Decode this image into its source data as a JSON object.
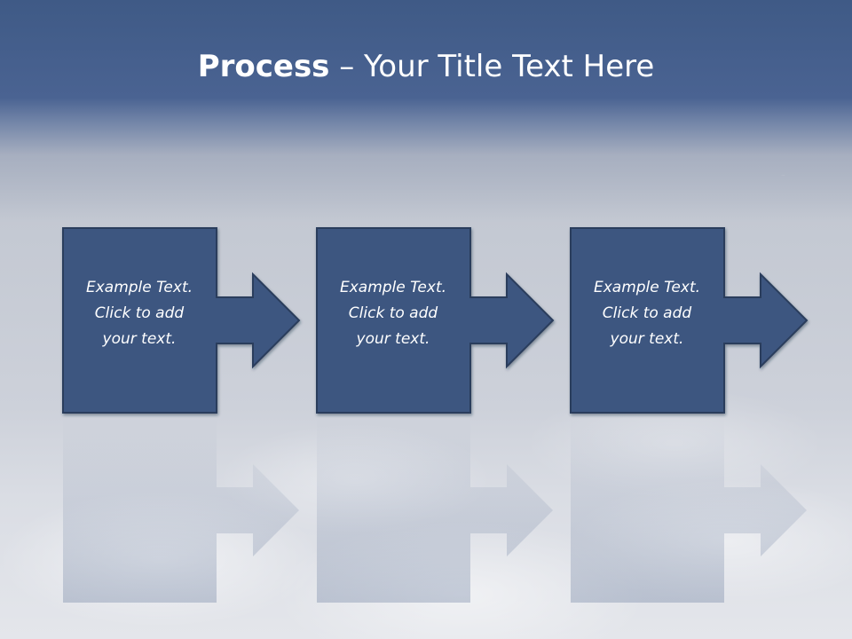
{
  "slide": {
    "title_bold": "Process",
    "title_rest": " – Your Title Text Here"
  },
  "steps": [
    {
      "lines": [
        "Example Text.",
        "Click  to add",
        "your text."
      ]
    },
    {
      "lines": [
        "Example Text.",
        "Click  to add",
        "your text."
      ]
    },
    {
      "lines": [
        "Example Text.",
        "Click  to add",
        "your text."
      ]
    }
  ],
  "colors": {
    "box_fill": "#3d5680",
    "box_stroke": "#2a3d5c",
    "title_text": "#ffffff"
  }
}
